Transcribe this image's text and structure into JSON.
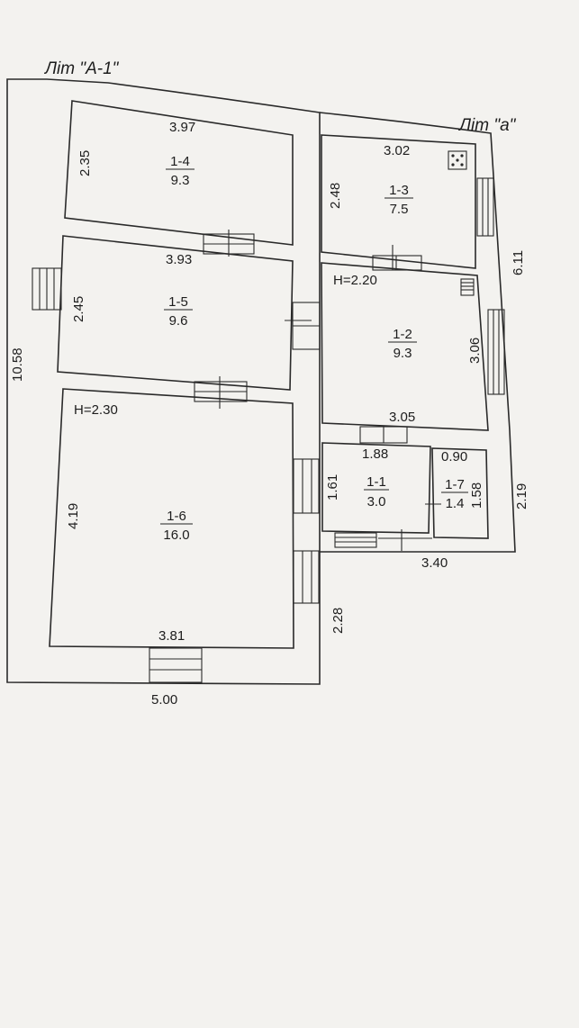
{
  "titles": {
    "main_building": "Літ \"А-1\"",
    "annex": "Літ \"а\""
  },
  "heights": {
    "main": "H=2.30",
    "annex": "H=2.20"
  },
  "rooms": [
    {
      "number": "1-4",
      "area": "9.3"
    },
    {
      "number": "1-3",
      "area": "7.5"
    },
    {
      "number": "1-5",
      "area": "9.6"
    },
    {
      "number": "1-2",
      "area": "9.3"
    },
    {
      "number": "1-6",
      "area": "16.0"
    },
    {
      "number": "1-1",
      "area": "3.0"
    },
    {
      "number": "1-7",
      "area": "1.4"
    }
  ],
  "dimensions": {
    "r14_width": "3.97",
    "r14_height": "2.35",
    "r13_width": "3.02",
    "r13_height": "2.48",
    "r15_width": "3.93",
    "r15_height": "2.45",
    "r12_height": "3.06",
    "r12_width": "3.05",
    "annex_total": "6.11",
    "r11_width": "1.88",
    "r11_height": "1.61",
    "r17_width": "0.90",
    "r17_height": "1.58",
    "lower_total_height": "2.19",
    "lower_total_width": "3.40",
    "r16_height": "4.19",
    "r16_width": "3.81",
    "outer_height": "10.58",
    "outer_width": "5.00",
    "right_wing_height": "2.28"
  }
}
